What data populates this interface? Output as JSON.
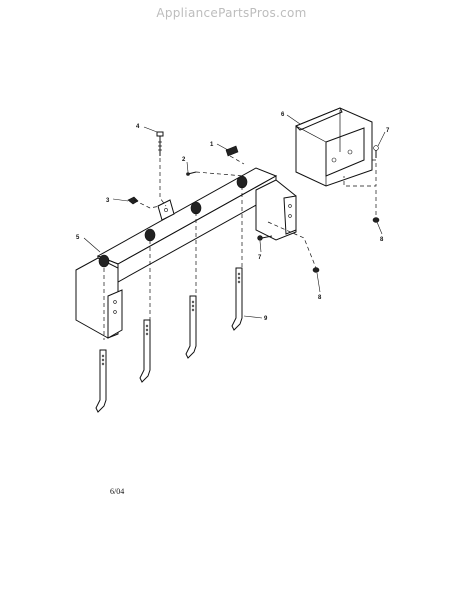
{
  "watermark": "AppliancePartsPros.com",
  "callouts": [
    {
      "id": "1",
      "text": "1"
    },
    {
      "id": "2",
      "text": "2"
    },
    {
      "id": "3",
      "text": "3"
    },
    {
      "id": "4",
      "text": "4"
    },
    {
      "id": "5",
      "text": "5"
    },
    {
      "id": "6",
      "text": "6"
    },
    {
      "id": "7a",
      "text": "7"
    },
    {
      "id": "7b",
      "text": "7"
    },
    {
      "id": "8a",
      "text": "8"
    },
    {
      "id": "8b",
      "text": "8"
    },
    {
      "id": "9",
      "text": "9"
    }
  ],
  "date_code": "6/04"
}
